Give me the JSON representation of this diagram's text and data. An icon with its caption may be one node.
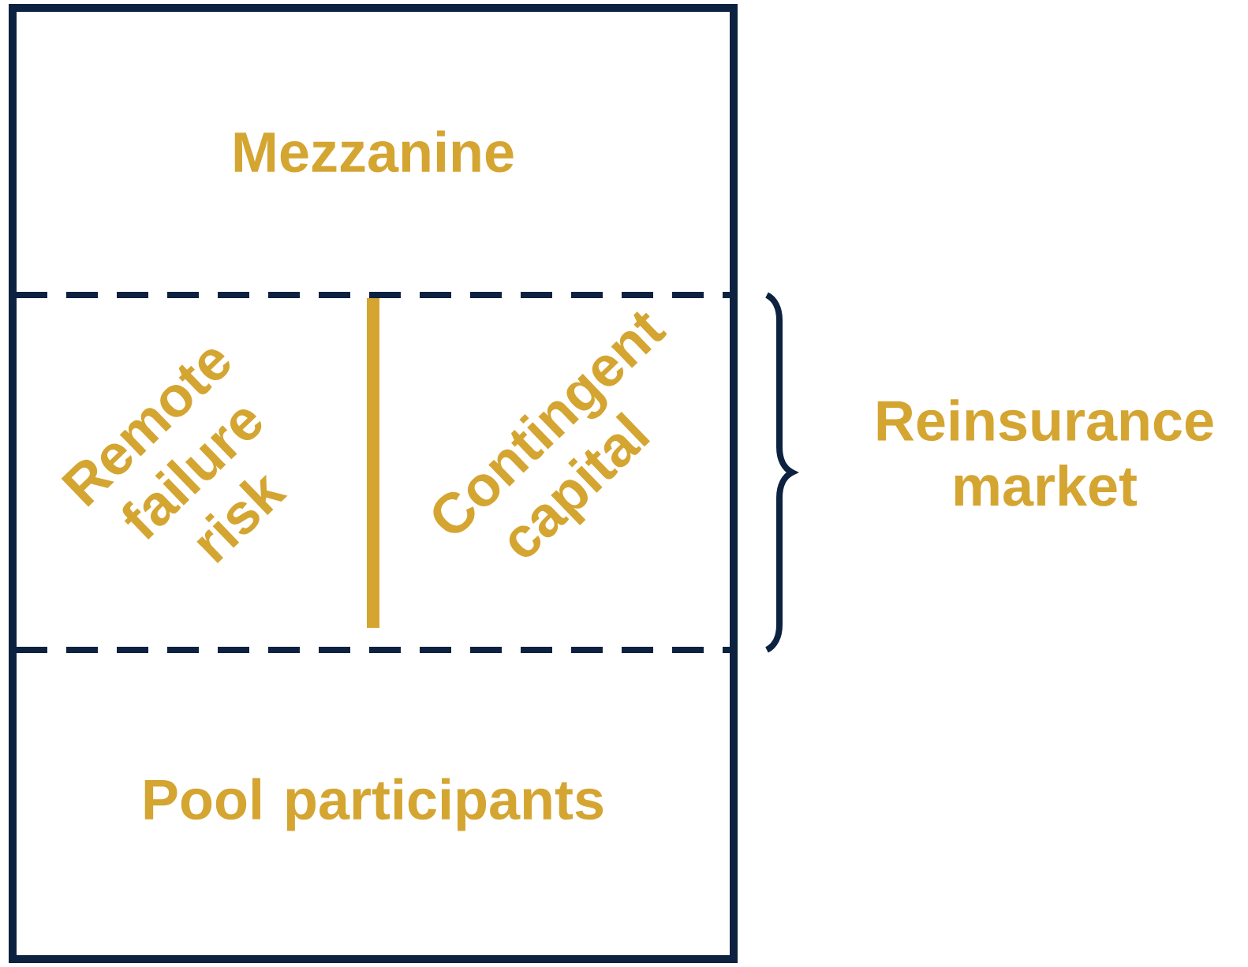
{
  "diagram": {
    "nodes": [
      {
        "text": [],
        "shape": "box"
      },
      {
        "text": [
          "Mezzanine"
        ],
        "in": 0
      },
      {
        "text": [
          "Remote failure risk",
          "Contingent capital"
        ],
        "in": 0
      },
      {
        "text": [
          "Pool participants"
        ],
        "in": 0
      }
    ],
    "labels": [
      "Reinsurance market"
    ]
  }
}
